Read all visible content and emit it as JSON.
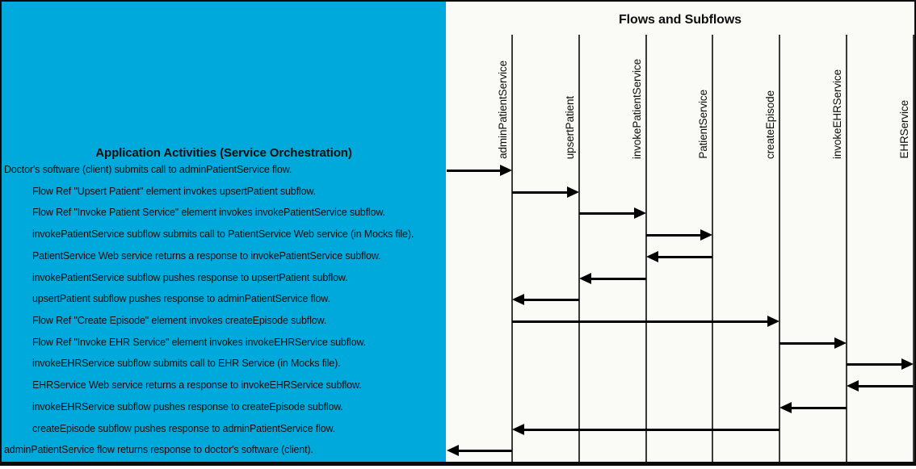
{
  "diagram": {
    "type": "sequence",
    "title": "Flows and Subflows"
  },
  "left_panel": {
    "title": "Application Activities (Service Orchestration)"
  },
  "lifelines": [
    "adminPatientService",
    "upsertPatient",
    "invokePatientService",
    "PatientService",
    "createEpisode",
    "invokeEHRService",
    "EHRService"
  ],
  "activities": [
    {
      "text": "Doctor's software (client) submits call to adminPatientService flow.",
      "indent": false,
      "from": "client",
      "to": "adminPatientService"
    },
    {
      "text": "Flow Ref \"Upsert Patient\" element invokes upsertPatient subflow.",
      "indent": true,
      "from": "adminPatientService",
      "to": "upsertPatient"
    },
    {
      "text": "Flow Ref \"Invoke Patient Service\" element invokes invokePatientService subflow.",
      "indent": true,
      "from": "upsertPatient",
      "to": "invokePatientService"
    },
    {
      "text": "invokePatientService subflow submits call to PatientService Web service (in Mocks file).",
      "indent": true,
      "from": "invokePatientService",
      "to": "PatientService"
    },
    {
      "text": "PatientService Web service returns a response to invokePatientService subflow.",
      "indent": true,
      "from": "PatientService",
      "to": "invokePatientService"
    },
    {
      "text": "invokePatientService subflow pushes response to upsertPatient subflow.",
      "indent": true,
      "from": "invokePatientService",
      "to": "upsertPatient"
    },
    {
      "text": "upsertPatient subflow pushes response to adminPatientService flow.",
      "indent": true,
      "from": "upsertPatient",
      "to": "adminPatientService"
    },
    {
      "text": "Flow Ref \"Create Episode\" element invokes createEpisode subflow.",
      "indent": true,
      "from": "adminPatientService",
      "to": "createEpisode"
    },
    {
      "text": "Flow Ref \"Invoke EHR Service\" element invokes invokeEHRService subflow.",
      "indent": true,
      "from": "createEpisode",
      "to": "invokeEHRService"
    },
    {
      "text": "invokeEHRService subflow submits call to EHR Service (in Mocks file).",
      "indent": true,
      "from": "invokeEHRService",
      "to": "EHRService"
    },
    {
      "text": "EHRService Web service returns a response to invokeEHRService subflow.",
      "indent": true,
      "from": "EHRService",
      "to": "invokeEHRService"
    },
    {
      "text": "invokeEHRService subflow pushes response to createEpisode subflow.",
      "indent": true,
      "from": "invokeEHRService",
      "to": "createEpisode"
    },
    {
      "text": "createEpisode subflow pushes response to adminPatientService flow.",
      "indent": true,
      "from": "createEpisode",
      "to": "adminPatientService"
    },
    {
      "text": "adminPatientService flow returns response to doctor's software (client).",
      "indent": false,
      "from": "adminPatientService",
      "to": "client"
    }
  ],
  "colors": {
    "panel_bg": "#00A9DC",
    "diagram_bg": "#FAFAF7",
    "arrow": "#000000",
    "lifeline": "#3A3A3A",
    "text": "#0D0D0D"
  }
}
